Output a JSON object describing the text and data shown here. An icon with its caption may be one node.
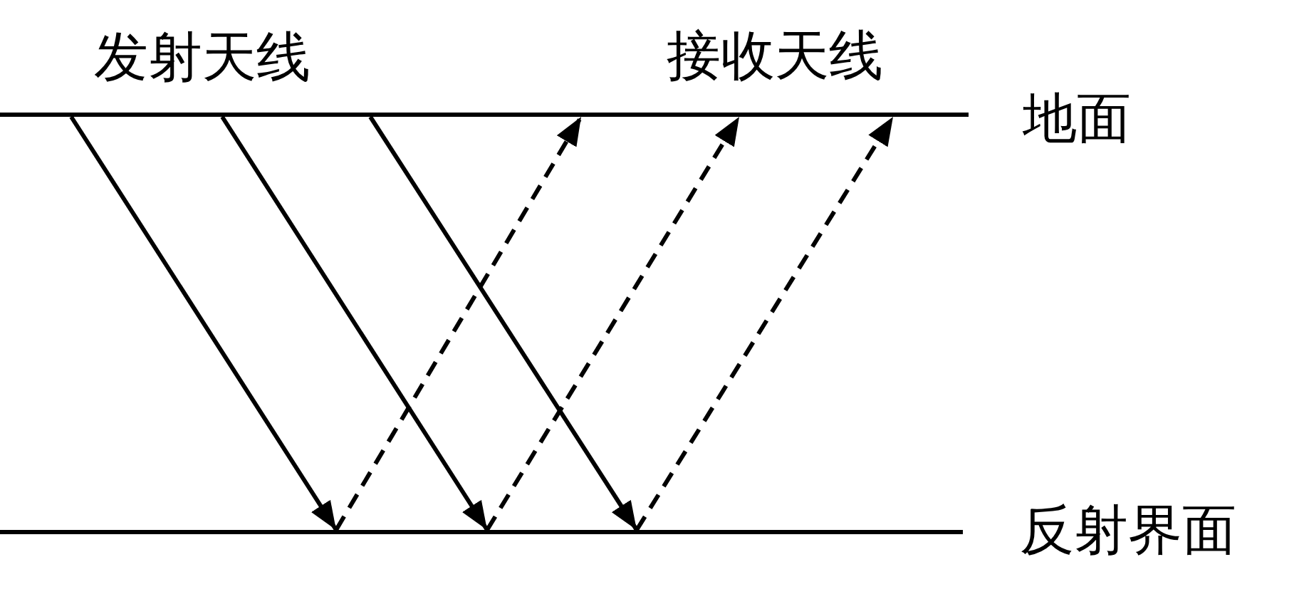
{
  "diagram": {
    "nodes": [
      {
        "text": [],
        "shape": "line",
        "beside": [
          "地面"
        ]
      },
      {
        "text": [],
        "shape": "line",
        "beside": [
          "反射界面"
        ]
      }
    ],
    "edges": [
      {
        "from": 0,
        "to": 1,
        "arrow": "to"
      },
      {
        "from": 1,
        "to": 0,
        "arrow": "to",
        "style": "dashed"
      },
      {
        "from": 0,
        "to": 1,
        "arrow": "to"
      },
      {
        "from": 1,
        "to": 0,
        "arrow": "to",
        "style": "dashed"
      },
      {
        "from": 0,
        "to": 1,
        "arrow": "to"
      },
      {
        "from": 1,
        "to": 0,
        "arrow": "to",
        "style": "dashed"
      }
    ],
    "labels": [
      "发射天线",
      "接收天线"
    ]
  }
}
